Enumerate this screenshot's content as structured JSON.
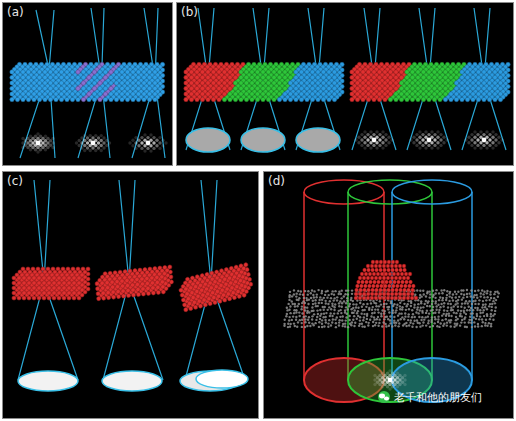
{
  "diagram": {
    "nodes": [
      {
        "text": [
          "(a)"
        ]
      },
      {
        "text": [
          "(b)"
        ]
      },
      {
        "text": [
          "(c)"
        ]
      },
      {
        "text": [
          "(d)"
        ]
      }
    ],
    "labels": [
      "老千和他的朋友们"
    ]
  }
}
